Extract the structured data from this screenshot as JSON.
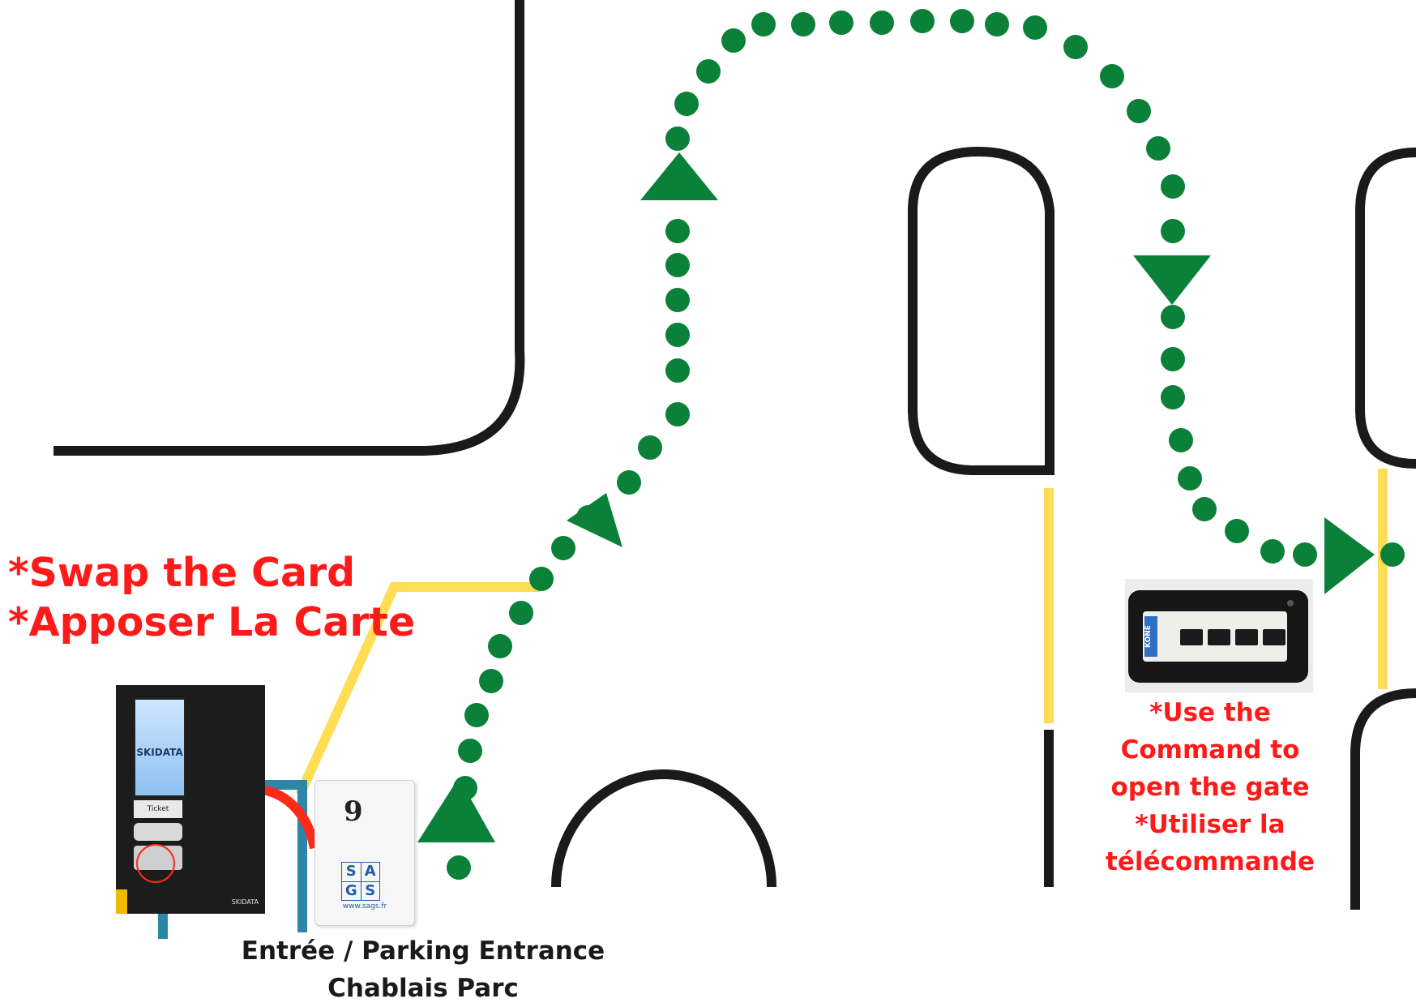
{
  "colors": {
    "route": "#0a8038",
    "road": "#1a1a1a",
    "boundary_yellow": "#ffdd55",
    "boundary_blue": "#2b86a8",
    "instruction_red": "#ff1a1a",
    "hand_arrow": "#ff2a1a"
  },
  "instructions": {
    "swap_en": "*Swap the Card",
    "swap_fr": "*Apposer La Carte",
    "remote_en_1": "*Use the",
    "remote_en_2": "Command to",
    "remote_en_3": "open the gate",
    "remote_fr_1": "*Utiliser la",
    "remote_fr_2": "télécommande"
  },
  "entrance": {
    "line1": "Entrée / Parking Entrance",
    "line2": "Chablais Parc"
  },
  "kiosk": {
    "screen_text": "SKIDATA",
    "ticket_label": "Ticket",
    "footer_brand": "SKIDATA",
    "icon": "contactless-reader-icon"
  },
  "card": {
    "number": "9",
    "logo_letters": [
      "S",
      "A",
      "G",
      "S"
    ],
    "url": "www.sags.fr"
  },
  "remote": {
    "brand": "KONE",
    "button_count": 4
  },
  "route_icons": {
    "dots": "route-dot-icon",
    "arrows": "direction-arrow-icon"
  }
}
